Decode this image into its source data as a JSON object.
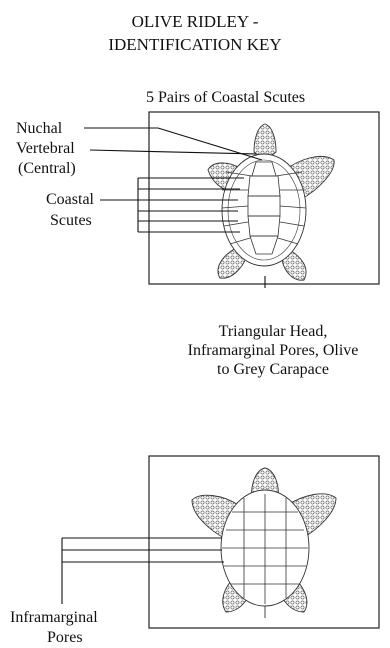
{
  "title": {
    "line1": "OLIVE RIDLEY -",
    "line2": "IDENTIFICATION KEY"
  },
  "panel_top": {
    "caption": "5 Pairs of Coastal Scutes",
    "labels": {
      "nuchal": "Nuchal",
      "vertebral": "Vertebral",
      "central": "(Central)",
      "coastal": "Coastal",
      "scutes": "Scutes"
    }
  },
  "middle_caption": {
    "line1": "Triangular Head,",
    "line2": "Inframarginal Pores, Olive",
    "line3": "to Grey Carapace"
  },
  "panel_bottom": {
    "labels": {
      "inframarginal": "Inframarginal",
      "pores": "Pores"
    }
  }
}
